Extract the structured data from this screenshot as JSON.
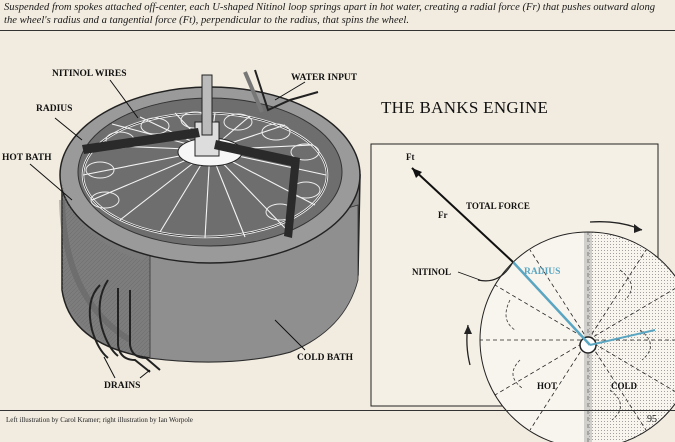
{
  "caption": "Suspended from spokes attached off-center, each U-shaped Nitinol loop springs apart in hot water, creating a radial force (Fr) that pushes outward along the wheel's radius and a tangential force (Ft), perpendicular to the radius, that spins the wheel.",
  "title": "THE BANKS ENGINE",
  "left_labels": {
    "nitinol_wires": "NITINOL WIRES",
    "water_input": "WATER INPUT",
    "radius": "RADIUS",
    "hot_bath": "HOT BATH",
    "cold_bath": "COLD BATH",
    "drains": "DRAINS"
  },
  "right_labels": {
    "ft": "Ft",
    "fr": "Fr",
    "total_force": "TOTAL FORCE",
    "nitinol": "NITINOL",
    "radius": "RADIUS",
    "hot": "HOT",
    "cold": "COLD"
  },
  "footer": {
    "credit": "Left illustration by Carol Kramer; right illustration by Ian Worpole",
    "page_number": "95"
  },
  "colors": {
    "radius_accent": "#5aa6c2"
  }
}
